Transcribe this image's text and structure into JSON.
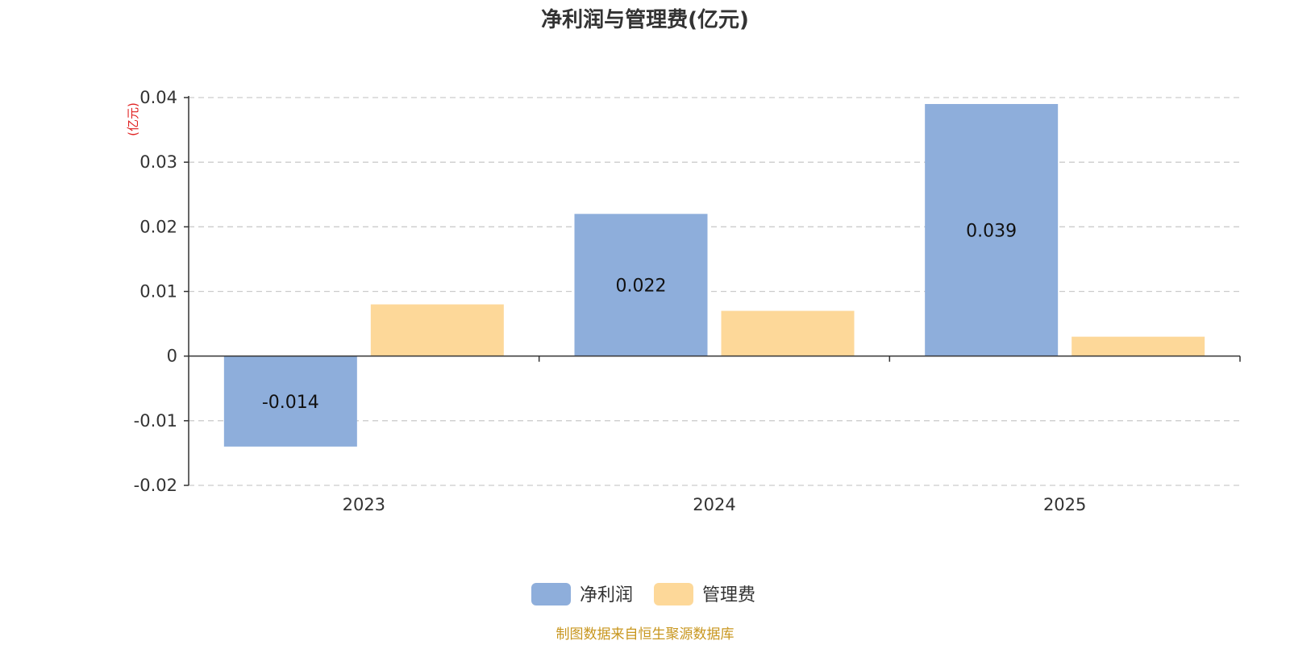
{
  "chart_data": {
    "type": "bar",
    "title": "净利润与管理费(亿元)",
    "ylabel": "(亿元)",
    "categories": [
      "2023",
      "2024",
      "2025"
    ],
    "series": [
      {
        "name": "净利润",
        "values": [
          -0.014,
          0.022,
          0.039
        ],
        "color": "#8eaedb",
        "data_labels": [
          "-0.014",
          "0.022",
          "0.039"
        ]
      },
      {
        "name": "管理费",
        "values": [
          0.008,
          0.007,
          0.003
        ],
        "color": "#fdd899"
      }
    ],
    "ylim": [
      -0.02,
      0.04
    ],
    "yticks": [
      "-0.02",
      "-0.01",
      "0",
      "0.01",
      "0.02",
      "0.03",
      "0.04"
    ],
    "grid": true,
    "legend_position": "bottom"
  },
  "source": "制图数据来自恒生聚源数据库"
}
